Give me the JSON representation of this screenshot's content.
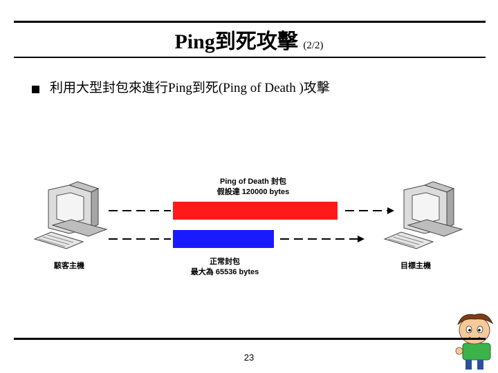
{
  "title": {
    "main": "Ping到死攻擊",
    "sub": "(2/2)"
  },
  "bullet": "利用大型封包來進行Ping到死(Ping of Death )攻擊",
  "diagram": {
    "top_label_line1": "Ping of Death 封包",
    "top_label_line2": "假設達 120000 bytes",
    "bottom_label_line1": "正常封包",
    "bottom_label_line2": "最大為 65536 bytes",
    "left_label": "駭客主機",
    "right_label": "目標主機",
    "colors": {
      "red_packet": "#ff1a1a",
      "blue_packet": "#1a1aff"
    }
  },
  "page_number": "23"
}
